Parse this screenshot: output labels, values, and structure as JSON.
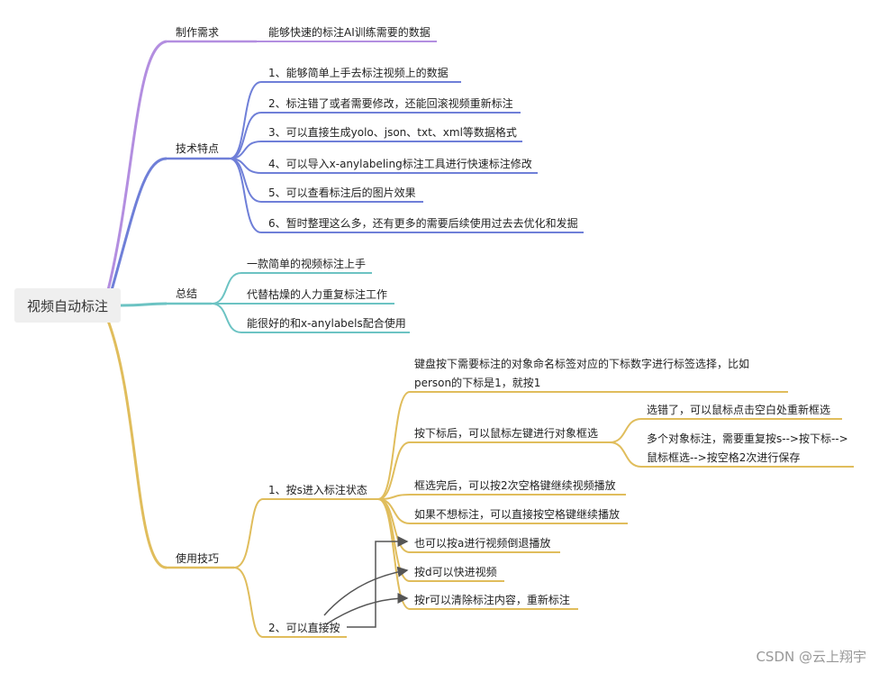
{
  "root": "视频自动标注",
  "colors": {
    "purple": "#b38ee0",
    "blue": "#6f7fd8",
    "teal": "#6cc3c3",
    "gold": "#e0bd5c",
    "arrow": "#555555"
  },
  "branches": {
    "requirement": {
      "label": "制作需求",
      "detail": "能够快速的标注AI训练需要的数据"
    },
    "features": {
      "label": "技术特点",
      "items": [
        "1、能够简单上手去标注视频上的数据",
        "2、标注错了或者需要修改，还能回滚视频重新标注",
        "3、可以直接生成yolo、json、txt、xml等数据格式",
        "4、可以导入x-anylabeling标注工具进行快速标注修改",
        "5、可以查看标注后的图片效果",
        "6、暂时整理这么多，还有更多的需要后续使用过去去优化和发掘"
      ]
    },
    "summary": {
      "label": "总结",
      "items": [
        "一款简单的视频标注上手",
        "代替枯燥的人力重复标注工作",
        "能很好的和x-anylabels配合使用"
      ]
    },
    "tips": {
      "label": "使用技巧",
      "s_mode": {
        "label": "1、按s进入标注状态",
        "keyboard_line1": "键盘按下需要标注的对象命名标签对应的下标数字进行标签选择，比如",
        "keyboard_line2": "person的下标是1，就按1",
        "select": "按下标后，可以鼠标左键进行对象框选",
        "select_sub1": "选错了，可以鼠标点击空白处重新框选",
        "select_sub2_line1": "多个对象标注，需要重复按s-->按下标-->",
        "select_sub2_line2": "鼠标框选-->按空格2次进行保存",
        "after": "框选完后，可以按2次空格键继续视频播放",
        "skip": "如果不想标注，可以直接按空格键继续播放",
        "rewind": "也可以按a进行视频倒退播放",
        "forward": "按d可以快进视频",
        "clear": "按r可以清除标注内容，重新标注"
      },
      "direct": {
        "label": "2、可以直接按"
      }
    }
  },
  "watermark": "CSDN @云上翔宇"
}
